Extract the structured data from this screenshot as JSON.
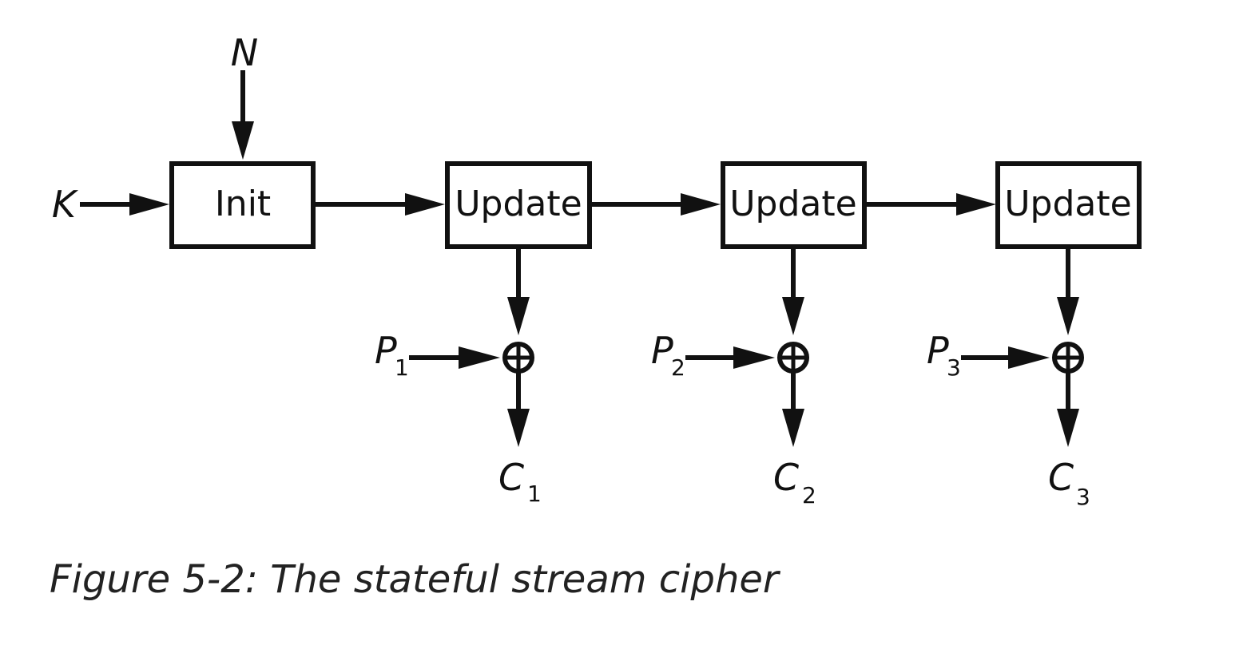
{
  "inputs": {
    "nonce": "N",
    "key": "K"
  },
  "blocks": {
    "init": "Init",
    "update_1": "Update",
    "update_2": "Update",
    "update_3": "Update"
  },
  "plaintext": [
    {
      "letter": "P",
      "sub": "1"
    },
    {
      "letter": "P",
      "sub": "2"
    },
    {
      "letter": "P",
      "sub": "3"
    }
  ],
  "ciphertext": [
    {
      "letter": "C",
      "sub": "1"
    },
    {
      "letter": "C",
      "sub": "2"
    },
    {
      "letter": "C",
      "sub": "3"
    }
  ],
  "caption": "Figure 5-2: The stateful stream cipher"
}
